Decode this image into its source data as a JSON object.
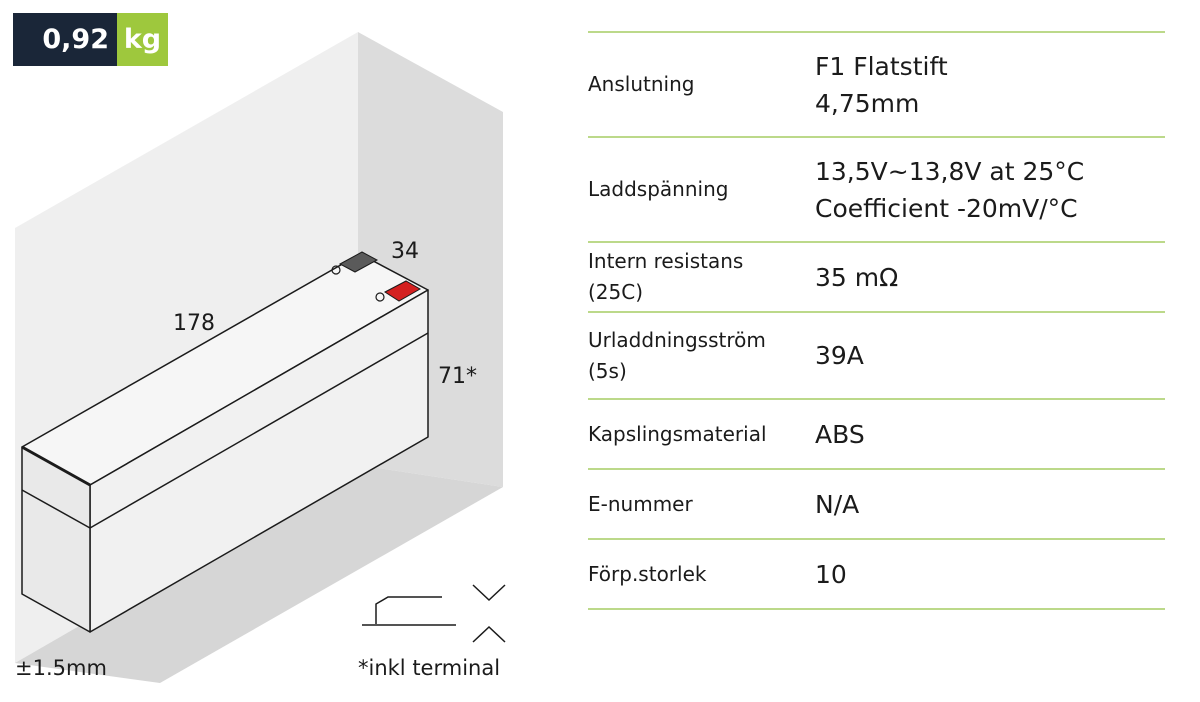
{
  "weight": {
    "value": "0,92",
    "unit": "kg"
  },
  "dimensions": {
    "length": "178",
    "width": "34",
    "height": "71*"
  },
  "tolerance": "±1.5mm",
  "terminal_note": "*inkl terminal",
  "colors": {
    "navy": "#1a2638",
    "green": "#9ec83d",
    "divider": "#bcd98a",
    "terminal_positive": "#d42020",
    "terminal_negative": "#5a5a5a"
  },
  "specs": [
    {
      "label": "Anslutning",
      "value": "F1 Flatstift\n4,75mm"
    },
    {
      "label": "Laddspänning",
      "value": "13,5V~13,8V at 25°C\nCoefficient -20mV/°C"
    },
    {
      "label": "Intern resistans\n(25C)",
      "value": "35 mΩ"
    },
    {
      "label": "Urladdningsström\n(5s)",
      "value": "39A"
    },
    {
      "label": "Kapslingsmaterial",
      "value": "ABS"
    },
    {
      "label": "E-nummer",
      "value": "N/A"
    },
    {
      "label": "Förp.storlek",
      "value": "10"
    }
  ]
}
